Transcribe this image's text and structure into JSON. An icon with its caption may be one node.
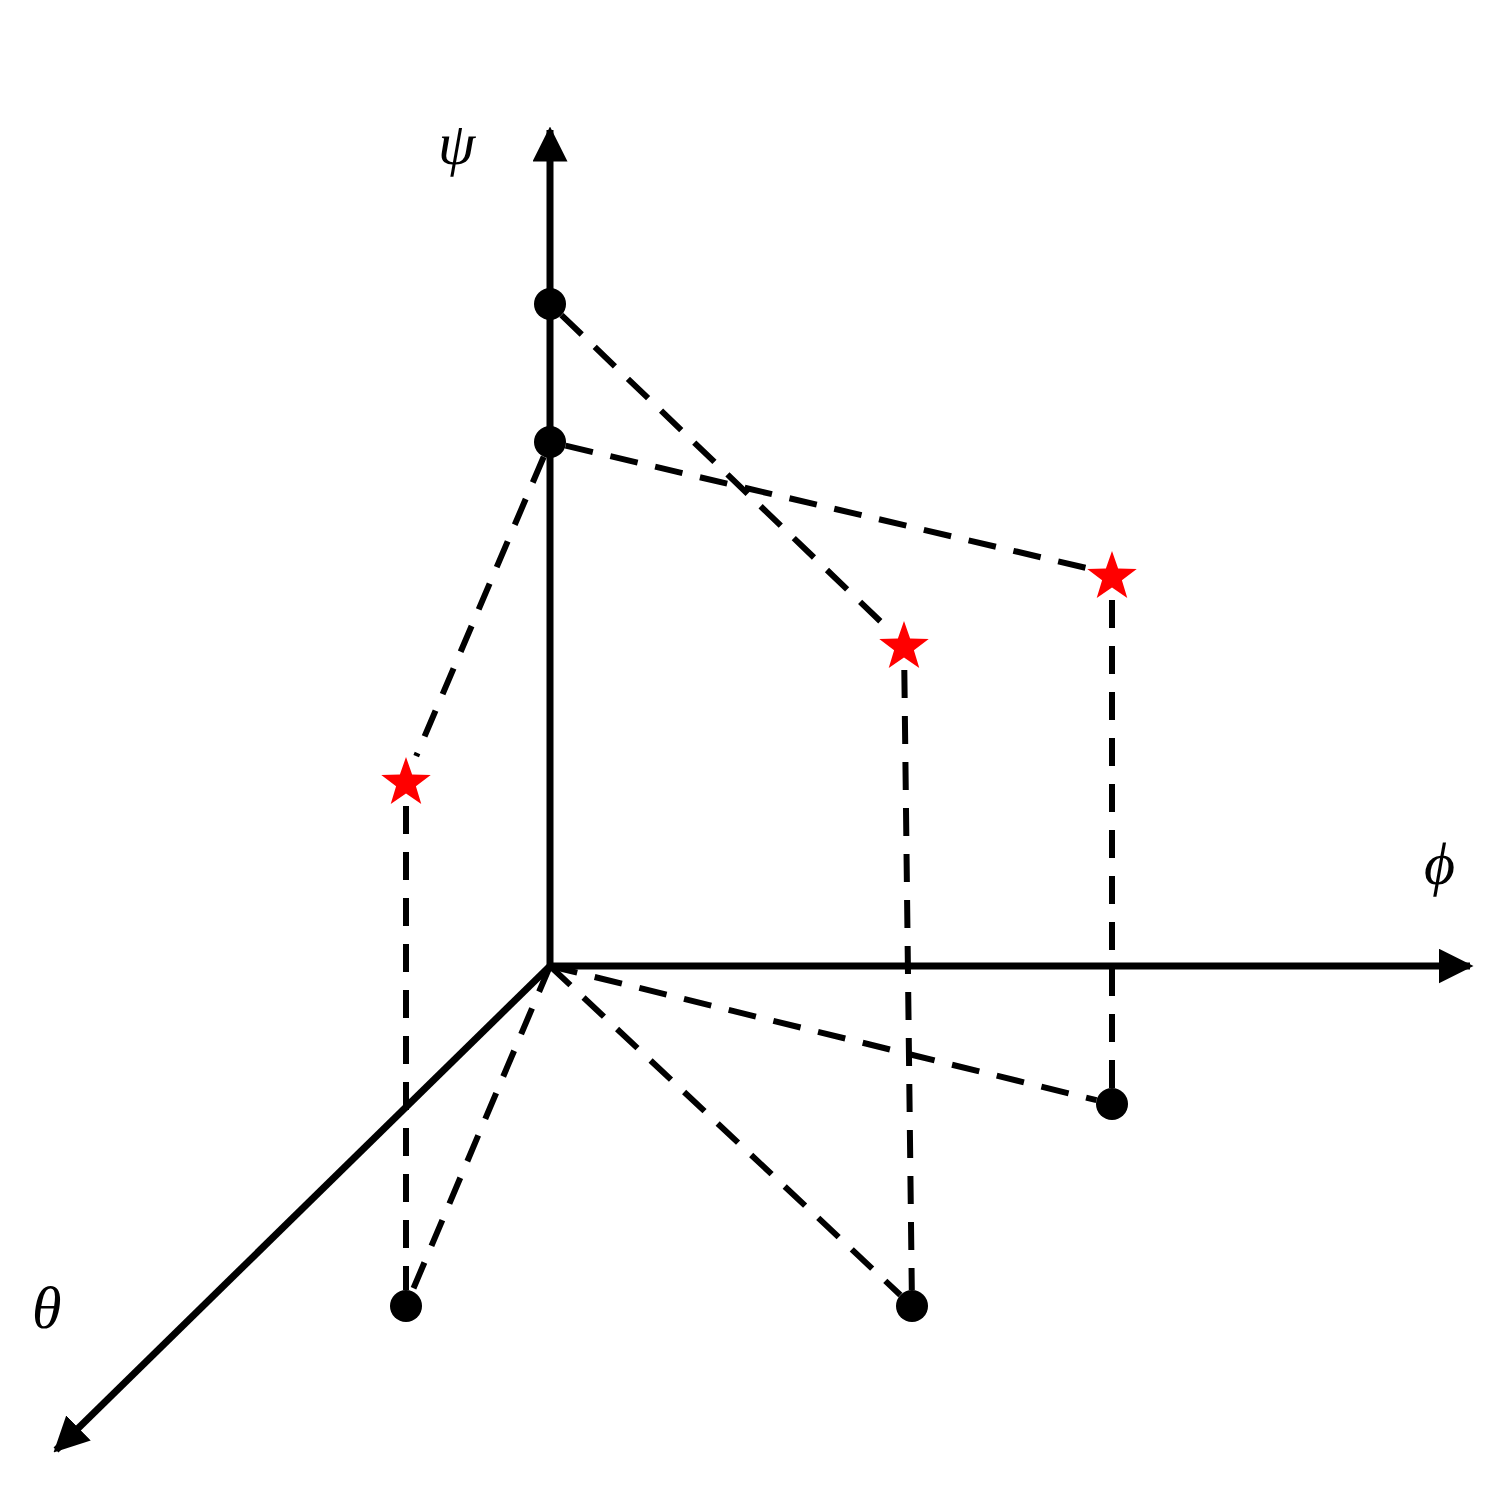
{
  "diagram": {
    "nodes": [
      {
        "text": [],
        "shape": "circle"
      },
      {
        "text": [],
        "shape": "circle"
      },
      {
        "text": [],
        "shape": "star"
      },
      {
        "text": [],
        "shape": "star"
      },
      {
        "text": [],
        "shape": "star"
      },
      {
        "text": [],
        "shape": "circle"
      },
      {
        "text": [],
        "shape": "circle"
      },
      {
        "text": [],
        "shape": "circle"
      }
    ],
    "edges": [
      {
        "from": 1,
        "to": 4,
        "arrow": "none",
        "style": "dashed"
      },
      {
        "from": 4,
        "to": 6,
        "arrow": "none",
        "style": "dashed"
      },
      {
        "from": 0,
        "to": 3,
        "arrow": "none",
        "style": "dashed"
      },
      {
        "from": 3,
        "to": 7,
        "arrow": "none",
        "style": "dashed"
      },
      {
        "from": 1,
        "to": 2,
        "arrow": "none",
        "style": "dashed"
      },
      {
        "from": 2,
        "to": 5,
        "arrow": "none",
        "style": "dashed"
      },
      {
        "from": null,
        "to": 6,
        "arrow": "none",
        "style": "dashed"
      },
      {
        "from": null,
        "to": 7,
        "arrow": "none",
        "style": "dashed"
      },
      {
        "from": null,
        "to": 5,
        "arrow": "none",
        "style": "dashed"
      }
    ],
    "labels": [
      "ψ",
      "ϕ",
      "θ"
    ]
  }
}
